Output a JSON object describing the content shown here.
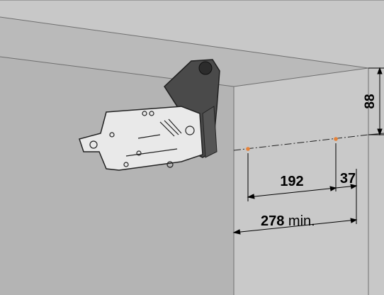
{
  "dimensions": {
    "vertical_offset": "88",
    "hole_spacing": "192",
    "edge_to_hole": "37",
    "min_width_value": "278",
    "min_width_suffix": " min."
  },
  "colors": {
    "background": "#c9c9c9",
    "cabinet_side": "#b6b6b6",
    "cabinet_top": "#bdbdbd",
    "front_panel": "#cacaca",
    "edge_line": "#6f6f6f",
    "hole_marker": "#e4823a",
    "dimension_line": "#000000"
  }
}
